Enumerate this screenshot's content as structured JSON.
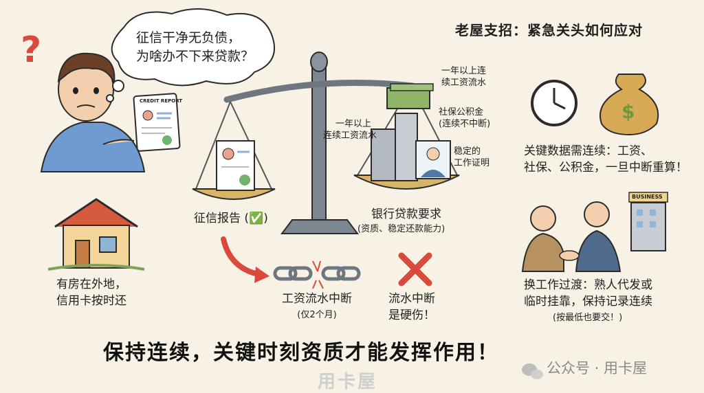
{
  "header": {
    "title": "老屋支招：紧急关头如何应对"
  },
  "thought_bubble": {
    "line1": "征信干净无负债，",
    "line2": "为啥办不下来贷款？"
  },
  "credit_report_card": {
    "label": "CREDIT REPORT"
  },
  "scale": {
    "left_pan_label": "征信报告 (✅)",
    "right_pan_title": "银行贷款要求",
    "right_pan_subtitle": "(资质、稳定还款能力)",
    "annotations": {
      "salary_top_1": "一年以上连",
      "salary_top_2": "续工资流水",
      "social_1": "社保公积金",
      "social_2": "(连续不中断)",
      "salary_left_1": "一年以上",
      "salary_left_2": "连续工资流水",
      "employment_1": "稳定的",
      "employment_2": "工作证明"
    }
  },
  "left_house": {
    "line1": "有房在外地，",
    "line2": "信用卡按时还"
  },
  "broken_chain": {
    "line1": "工资流水中断",
    "line2": "(仅2个月)"
  },
  "red_x": {
    "line1": "流水中断",
    "line2": "是硬伤！"
  },
  "key_data": {
    "line1": "关键数据需连续：工资、",
    "line2": "社保、公积金，一旦中断重算！"
  },
  "job_transition": {
    "business_sign": "BUSINESS",
    "line1": "换工作过渡：熟人代发或",
    "line2": "临时挂靠，保持记录连续",
    "line3": "(按最低也要交！)"
  },
  "slogan": "保持连续，关键时刻资质才能发挥作用！",
  "watermark": "用卡屋",
  "wechat_source": "公众号 · 用卡屋",
  "icons": [
    "question-mark-icon",
    "clock-icon",
    "money-bag-icon",
    "house-icon",
    "broken-chain-icon",
    "red-x-icon",
    "checkmark-icon",
    "wechat-icon"
  ],
  "colors": {
    "background": "#f7f1e6",
    "accent_red": "#d94a3c",
    "money_green": "#7fa25a",
    "pan_gold": "#d7b46a",
    "scale_grey": "#6e7780"
  }
}
